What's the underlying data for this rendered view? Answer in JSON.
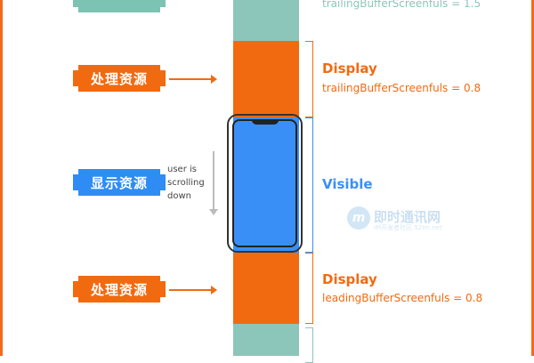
{
  "colors": {
    "orange": "#f26a10",
    "blue": "#3a8ff7",
    "teal": "#8cc5ba"
  },
  "left_tags": [
    {
      "label": "处理资源",
      "color": "orange"
    },
    {
      "label": "显示资源",
      "color": "blue"
    },
    {
      "label": "处理资源",
      "color": "orange"
    }
  ],
  "scroll_note": "user is scrolling down",
  "regions": [
    {
      "title": "",
      "detail": "trailingBufferScreenfuls = 1.5"
    },
    {
      "title": "Display",
      "detail": "trailingBufferScreenfuls = 0.8"
    },
    {
      "title": "Visible",
      "detail": ""
    },
    {
      "title": "Display",
      "detail": "leadingBufferScreenfuls = 0.8"
    }
  ],
  "watermark": {
    "logo": "m",
    "text": "即时通讯网",
    "sub": "IM开发者社区 52im.net"
  }
}
